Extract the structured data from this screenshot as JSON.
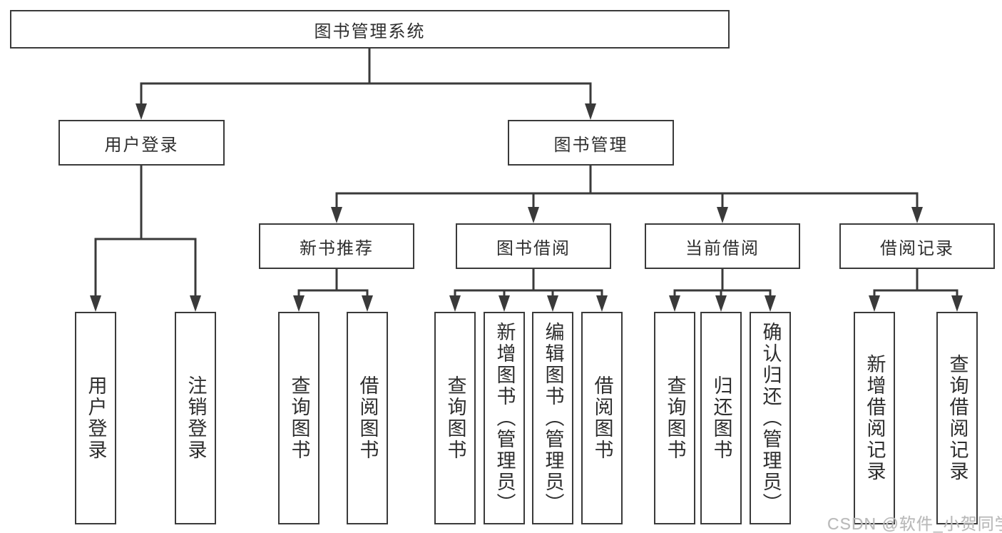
{
  "watermark": "CSDN @软件_小贺同学",
  "colors": {
    "line": "#3a3a3a",
    "box_border": "#3a3a3a",
    "text": "#2e2e2e",
    "watermark": "#b9b9b9",
    "background": "#ffffff"
  },
  "tree": {
    "root": {
      "label": "图书管理系统"
    },
    "branches": [
      {
        "label": "用户登录",
        "children": [
          {
            "label": "用户登录"
          },
          {
            "label": "注销登录"
          }
        ]
      },
      {
        "label": "图书管理",
        "children": [
          {
            "label": "新书推荐",
            "children": [
              {
                "label": "查询图书"
              },
              {
                "label": "借阅图书"
              }
            ]
          },
          {
            "label": "图书借阅",
            "children": [
              {
                "label": "查询图书"
              },
              {
                "label": "新增图书（管理员）"
              },
              {
                "label": "编辑图书（管理员）"
              },
              {
                "label": "借阅图书"
              }
            ]
          },
          {
            "label": "当前借阅",
            "children": [
              {
                "label": "查询图书"
              },
              {
                "label": "归还图书"
              },
              {
                "label": "确认归还（管理员）"
              }
            ]
          },
          {
            "label": "借阅记录",
            "children": [
              {
                "label": "新增借阅记录"
              },
              {
                "label": "查询借阅记录"
              }
            ]
          }
        ]
      }
    ]
  }
}
